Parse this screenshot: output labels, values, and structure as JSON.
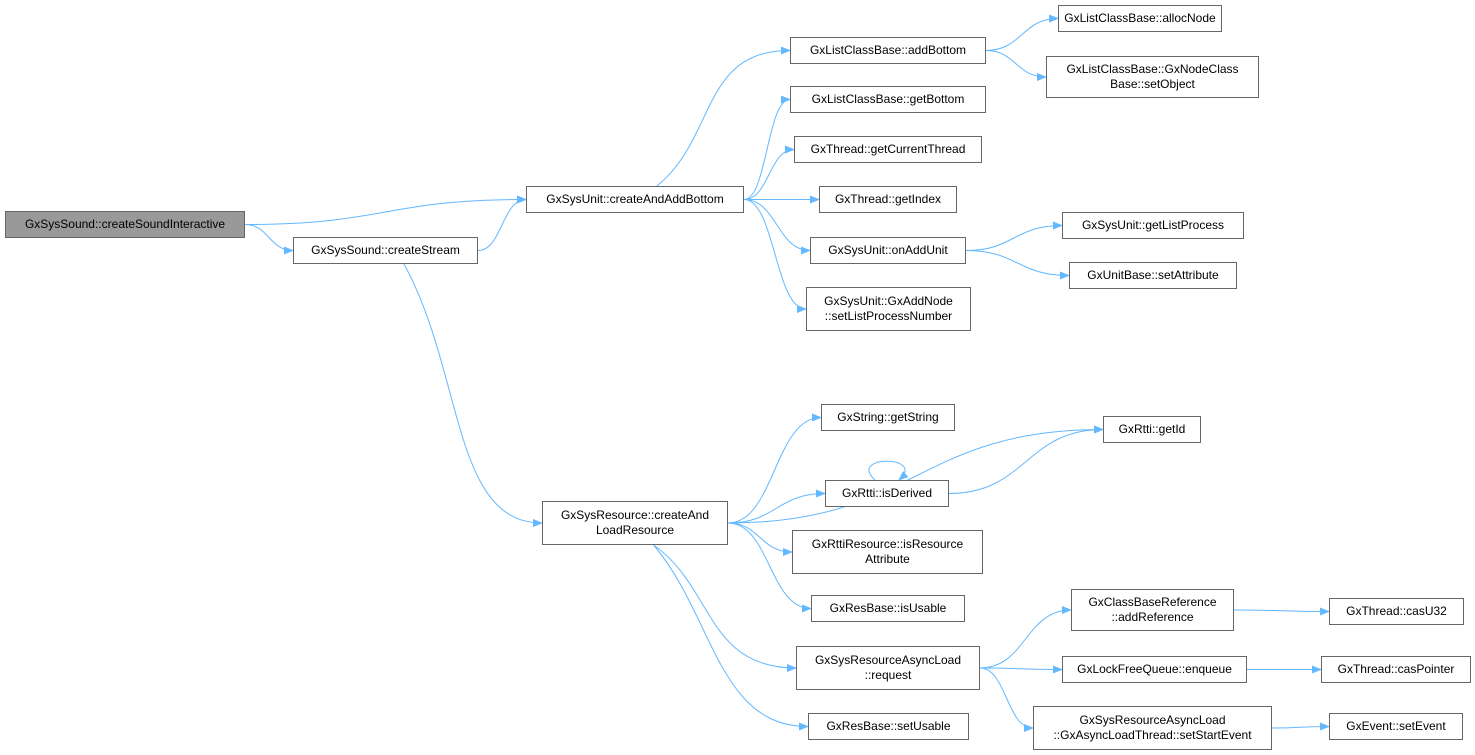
{
  "graph": {
    "nodes": [
      {
        "id": "n1",
        "label": "GxSysSound::createSoundInteractive",
        "root": true
      },
      {
        "id": "n2",
        "label": "GxSysSound::createStream"
      },
      {
        "id": "n3",
        "label": "GxSysUnit::createAndAddBottom"
      },
      {
        "id": "n4",
        "label": "GxListClassBase::addBottom"
      },
      {
        "id": "n5",
        "label": "GxListClassBase::getBottom"
      },
      {
        "id": "n6",
        "label": "GxThread::getCurrentThread"
      },
      {
        "id": "n7",
        "label": "GxThread::getIndex"
      },
      {
        "id": "n8",
        "label": "GxSysUnit::onAddUnit"
      },
      {
        "id": "n9",
        "label": "GxSysUnit::GxAddNode\n::setListProcessNumber"
      },
      {
        "id": "n10",
        "label": "GxListClassBase::allocNode"
      },
      {
        "id": "n11",
        "label": "GxListClassBase::GxNodeClass\nBase::setObject"
      },
      {
        "id": "n12",
        "label": "GxSysUnit::getListProcess"
      },
      {
        "id": "n13",
        "label": "GxUnitBase::setAttribute"
      },
      {
        "id": "n14",
        "label": "GxSysResource::createAnd\nLoadResource"
      },
      {
        "id": "n15",
        "label": "GxString::getString"
      },
      {
        "id": "n16",
        "label": "GxRtti::getId"
      },
      {
        "id": "n17",
        "label": "GxRtti::isDerived"
      },
      {
        "id": "n18",
        "label": "GxRttiResource::isResource\nAttribute"
      },
      {
        "id": "n19",
        "label": "GxResBase::isUsable"
      },
      {
        "id": "n20",
        "label": "GxSysResourceAsyncLoad\n::request"
      },
      {
        "id": "n21",
        "label": "GxResBase::setUsable"
      },
      {
        "id": "n22",
        "label": "GxClassBaseReference\n::addReference"
      },
      {
        "id": "n23",
        "label": "GxLockFreeQueue::enqueue"
      },
      {
        "id": "n24",
        "label": "GxSysResourceAsyncLoad\n::GxAsyncLoadThread::setStartEvent"
      },
      {
        "id": "n25",
        "label": "GxThread::casU32"
      },
      {
        "id": "n26",
        "label": "GxThread::casPointer"
      },
      {
        "id": "n27",
        "label": "GxEvent::setEvent"
      }
    ],
    "edges": [
      [
        "n1",
        "n3"
      ],
      [
        "n1",
        "n2"
      ],
      [
        "n2",
        "n3"
      ],
      [
        "n2",
        "n14"
      ],
      [
        "n3",
        "n4"
      ],
      [
        "n3",
        "n5"
      ],
      [
        "n3",
        "n6"
      ],
      [
        "n3",
        "n7"
      ],
      [
        "n3",
        "n8"
      ],
      [
        "n3",
        "n9"
      ],
      [
        "n4",
        "n10"
      ],
      [
        "n4",
        "n11"
      ],
      [
        "n8",
        "n12"
      ],
      [
        "n8",
        "n13"
      ],
      [
        "n14",
        "n16"
      ],
      [
        "n14",
        "n15"
      ],
      [
        "n14",
        "n17"
      ],
      [
        "n14",
        "n18"
      ],
      [
        "n14",
        "n19"
      ],
      [
        "n14",
        "n20"
      ],
      [
        "n14",
        "n21"
      ],
      [
        "n17",
        "n16"
      ],
      [
        "n17",
        "n17"
      ],
      [
        "n20",
        "n22"
      ],
      [
        "n20",
        "n23"
      ],
      [
        "n20",
        "n24"
      ],
      [
        "n22",
        "n25"
      ],
      [
        "n23",
        "n26"
      ],
      [
        "n24",
        "n27"
      ]
    ],
    "colors": {
      "edge": "#63b8ff",
      "root_fill": "#999999",
      "border": "#666666"
    }
  }
}
